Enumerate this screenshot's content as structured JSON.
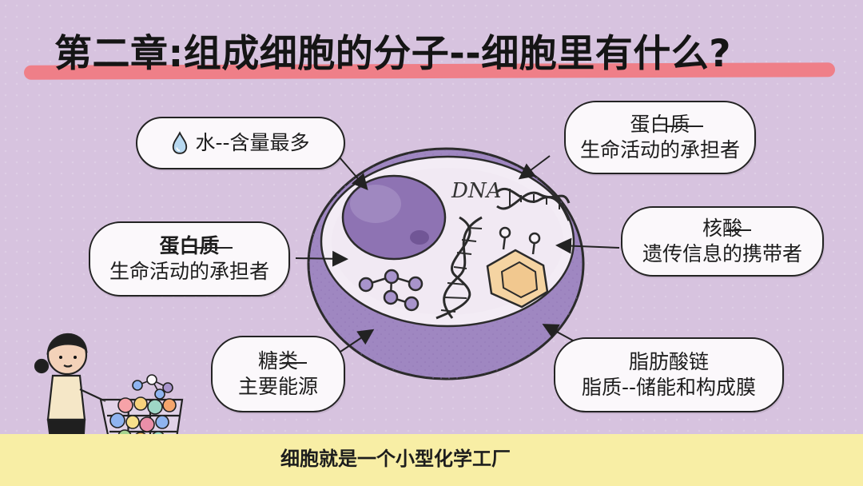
{
  "title": "第二章:组成细胞的分子--细胞里有什么?",
  "cell_labels": {
    "dna": "DNA"
  },
  "callouts": {
    "water": {
      "text": "水--含量最多",
      "icon": "water-drop-icon"
    },
    "protein_top_right": {
      "line1": "蛋白质",
      "line2": "生命活动的承担者"
    },
    "nucleic_acid": {
      "line1": "核酸",
      "line2": "遗传信息的携带者"
    },
    "protein_left": {
      "line1": "蛋白质",
      "line2": "生命活动的承担者"
    },
    "sugar": {
      "line1": "糖类",
      "line2": "主要能源"
    },
    "lipid": {
      "line1": "脂肪酸链",
      "line2": "脂质--储能和构成膜"
    }
  },
  "footer": {
    "text": "细胞就是一个小型化学工厂"
  },
  "colors": {
    "background": "#d7c3df",
    "title_underline": "#ef7f88",
    "cell_purple": "#9f87c1",
    "footer_band": "#f8eea5"
  }
}
